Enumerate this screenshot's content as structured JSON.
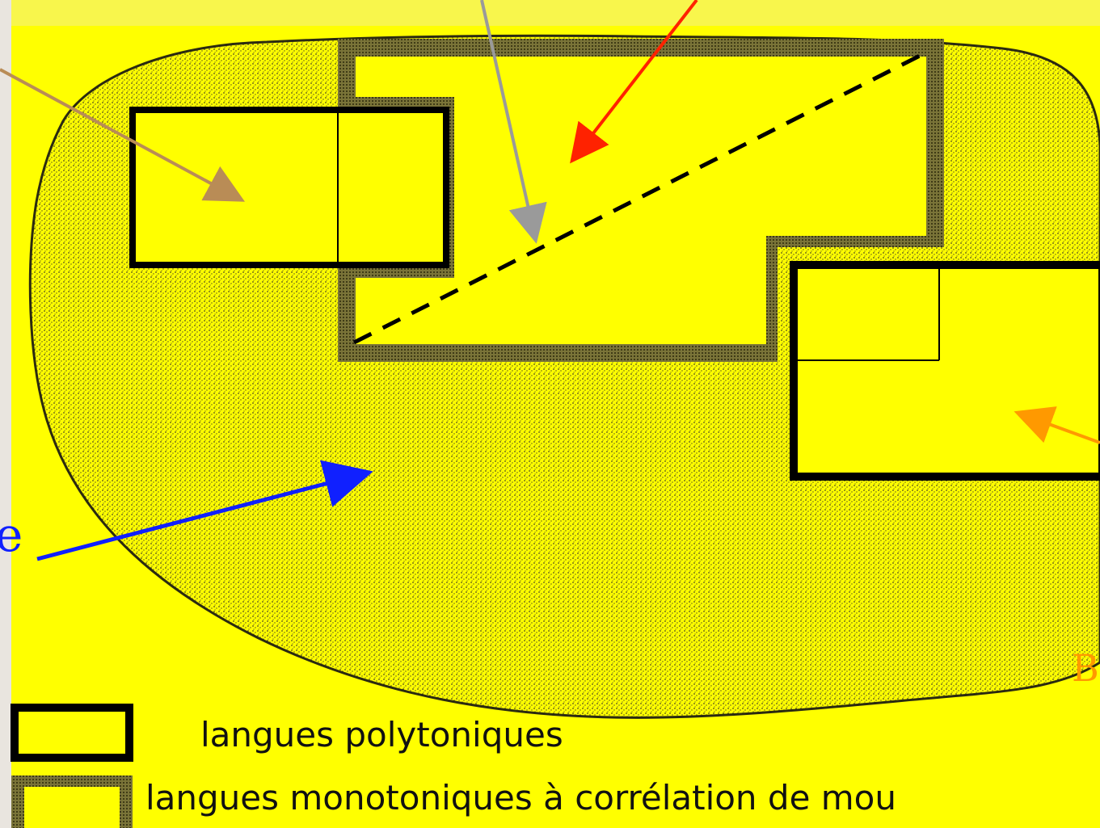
{
  "legend": {
    "polytonic_label": "langues polytoniques",
    "monotonic_label": "langues monotoniques à corrélation de mou"
  },
  "edge_letters": {
    "left_blue": "e",
    "right_orange": "B"
  },
  "colors": {
    "page_border": "#e9e5df",
    "diagram_background": "#ffff00",
    "stipple_region": "#d8d000",
    "polytonic_border": "#000000",
    "monotonic_border": "#6f6a24",
    "arrow_brown": "#b98c56",
    "arrow_gray": "#9a9a9a",
    "arrow_red": "#ff2200",
    "arrow_blue": "#1020ff",
    "arrow_orange": "#ff9900"
  }
}
